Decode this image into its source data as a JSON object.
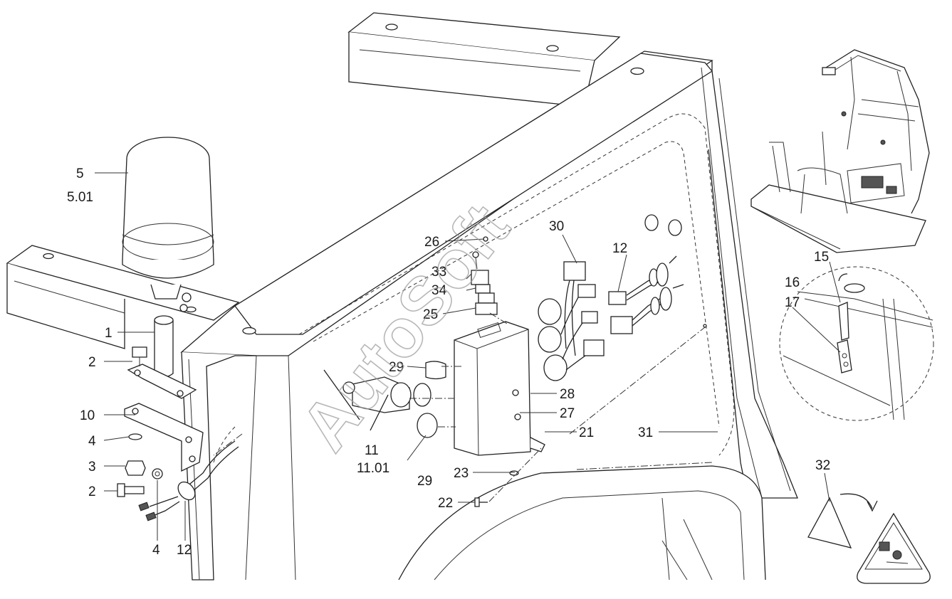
{
  "watermark": "AutoSoft",
  "callouts": {
    "c5": "5",
    "c5_01": "5.01",
    "c1": "1",
    "c2a": "2",
    "c10": "10",
    "c4a": "4",
    "c3": "3",
    "c2b": "2",
    "c4b": "4",
    "c12a": "12",
    "c11": "11",
    "c11_01": "11.01",
    "c29a": "29",
    "c29b": "29",
    "c26": "26",
    "c30": "30",
    "c33": "33",
    "c34": "34",
    "c25": "25",
    "c28": "28",
    "c27": "27",
    "c21": "21",
    "c23": "23",
    "c22": "22",
    "c12b": "12",
    "c31": "31",
    "c15": "15",
    "c16": "16",
    "c17": "17",
    "c32": "32"
  }
}
